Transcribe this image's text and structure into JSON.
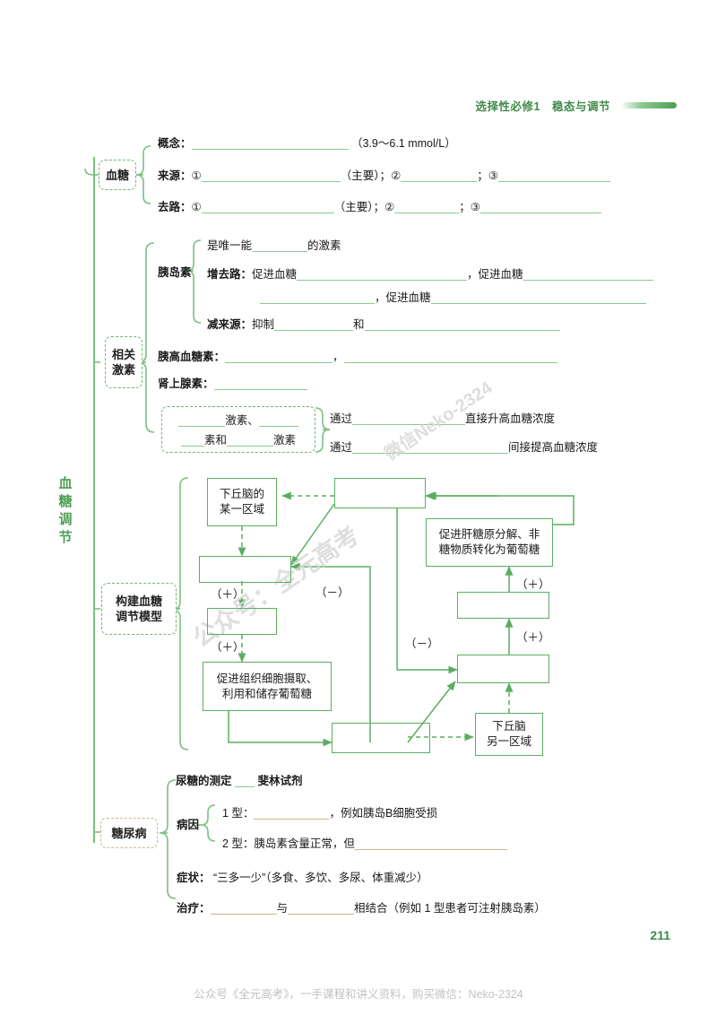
{
  "header": {
    "title": "选择性必修1　稳态与调节"
  },
  "root": {
    "label": "血糖调节"
  },
  "nodes": {
    "blood_sugar": "血糖",
    "related_hormone_1": "相关",
    "related_hormone_2": "激素",
    "model_1": "构建血糖",
    "model_2": "调节模型",
    "diabetes": "糖尿病"
  },
  "blood_sugar": {
    "concept_label": "概念：",
    "concept_unit": "（3.9～6.1 mmol/L）",
    "source_label": "来源：",
    "source_m1": "①",
    "source_main": "（主要）；",
    "source_m2": "②",
    "source_semi": "；",
    "source_m3": "③",
    "path_label": "去路：",
    "path_m1": "①",
    "path_main": "（主要）；",
    "path_m2": "②",
    "path_semi": "；",
    "path_m3": "③"
  },
  "insulin": {
    "name": "胰岛素",
    "line1_a": "是唯一能",
    "line1_b": "的激素",
    "line2_label": "增去路：",
    "line2_a": "促进血糖",
    "line2_b": "，促进血糖",
    "line3_a": "，促进血糖",
    "line4_label": "减来源：",
    "line4_a": "抑制",
    "line4_b": "和"
  },
  "glucagon": {
    "label": "胰高血糖素：",
    "sep": "，"
  },
  "adrenaline": {
    "label": "肾上腺素："
  },
  "hormone_box": {
    "line1_a": "激素、",
    "line2_a": "素和",
    "line2_b": "激素"
  },
  "hormone_effects": [
    {
      "via": "通过",
      "effect": "直接升高血糖浓度"
    },
    {
      "via": "通过",
      "effect": "间接提高血糖浓度"
    }
  ],
  "flow": {
    "hypothalamus_a_1": "下丘脑的",
    "hypothalamus_a_2": "某一区域",
    "hypothalamus_b_1": "下丘脑",
    "hypothalamus_b_2": "另一区域",
    "liver_1": "促进肝糖原分解、非",
    "liver_2": "糖物质转化为葡萄糖",
    "tissue_1": "促进组织细胞摄取、",
    "tissue_2": "利用和储存葡萄糖",
    "signs": {
      "plus": "（＋）",
      "minus": "（－）"
    }
  },
  "diabetes": {
    "urine_test_a": "尿糖的测定",
    "urine_test_b": "斐林试剂",
    "cause_label": "病因",
    "type1_label": "1 型：",
    "type1_tail": "，例如胰岛B细胞受损",
    "type2_label": "2 型：胰岛素含量正常，但",
    "symptom_label": "症状：",
    "symptom_text": "“三多一少”（多食、多饮、多尿、体重减少）",
    "treat_label": "治疗：",
    "treat_mid": "与",
    "treat_tail": "相结合（例如 1 型患者可注射胰岛素）"
  },
  "watermarks": {
    "wm1": "公众号：全元高考",
    "wm2": "微信Neko-2324"
  },
  "page_number": "211",
  "footer": "公众号《全元高考》，一手课程和讲义资料，购买微信：Neko-2324",
  "colors": {
    "green": "#5bae61",
    "green_dark": "#3f8a48",
    "line": "#8cc98f",
    "tan": "#cbb894",
    "footer_gray": "#c2c2c2"
  }
}
